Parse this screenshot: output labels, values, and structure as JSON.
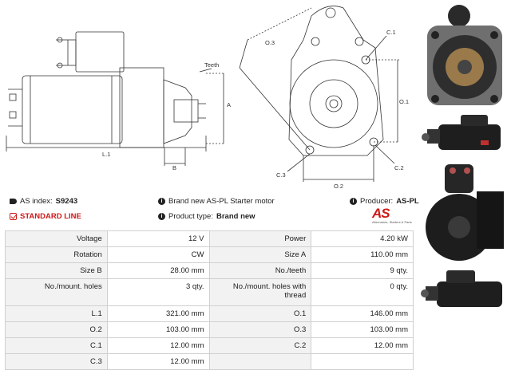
{
  "drawing": {
    "labels": {
      "teeth": "Teeth",
      "a": "A",
      "b": "B",
      "l1": "L.1",
      "o1": "O.1",
      "o2": "O.2",
      "o3": "O.3",
      "c1": "C.1",
      "c2": "C.2",
      "c3": "C.3"
    }
  },
  "info": {
    "as_index_label": "AS index:",
    "as_index_value": "S9243",
    "standard_line": "STANDARD LINE",
    "brand_text": "Brand new AS-PL Starter motor",
    "product_type_label": "Product type:",
    "product_type_value": "Brand new",
    "producer_label": "Producer:",
    "producer_value": "AS-PL"
  },
  "logo": {
    "text": "AS",
    "tagline": "Alternators, Starters & Parts"
  },
  "specs": [
    [
      "Voltage",
      "12 V",
      "Power",
      "4.20 kW"
    ],
    [
      "Rotation",
      "CW",
      "Size A",
      "110.00 mm"
    ],
    [
      "Size B",
      "28.00 mm",
      "No./teeth",
      "9 qty."
    ],
    [
      "No./mount. holes",
      "3 qty.",
      "No./mount. holes with thread",
      "0 qty."
    ],
    [
      "L.1",
      "321.00 mm",
      "O.1",
      "146.00 mm"
    ],
    [
      "O.2",
      "103.00 mm",
      "O.3",
      "103.00 mm"
    ],
    [
      "C.1",
      "12.00 mm",
      "C.2",
      "12.00 mm"
    ],
    [
      "C.3",
      "12.00 mm",
      "",
      ""
    ]
  ],
  "colors": {
    "accent": "#d01818",
    "label_bg": "#f2f2f2",
    "border": "#d0d0d0"
  },
  "icons": {
    "index": "tag-icon",
    "standard": "check-icon",
    "info": "info-icon"
  }
}
